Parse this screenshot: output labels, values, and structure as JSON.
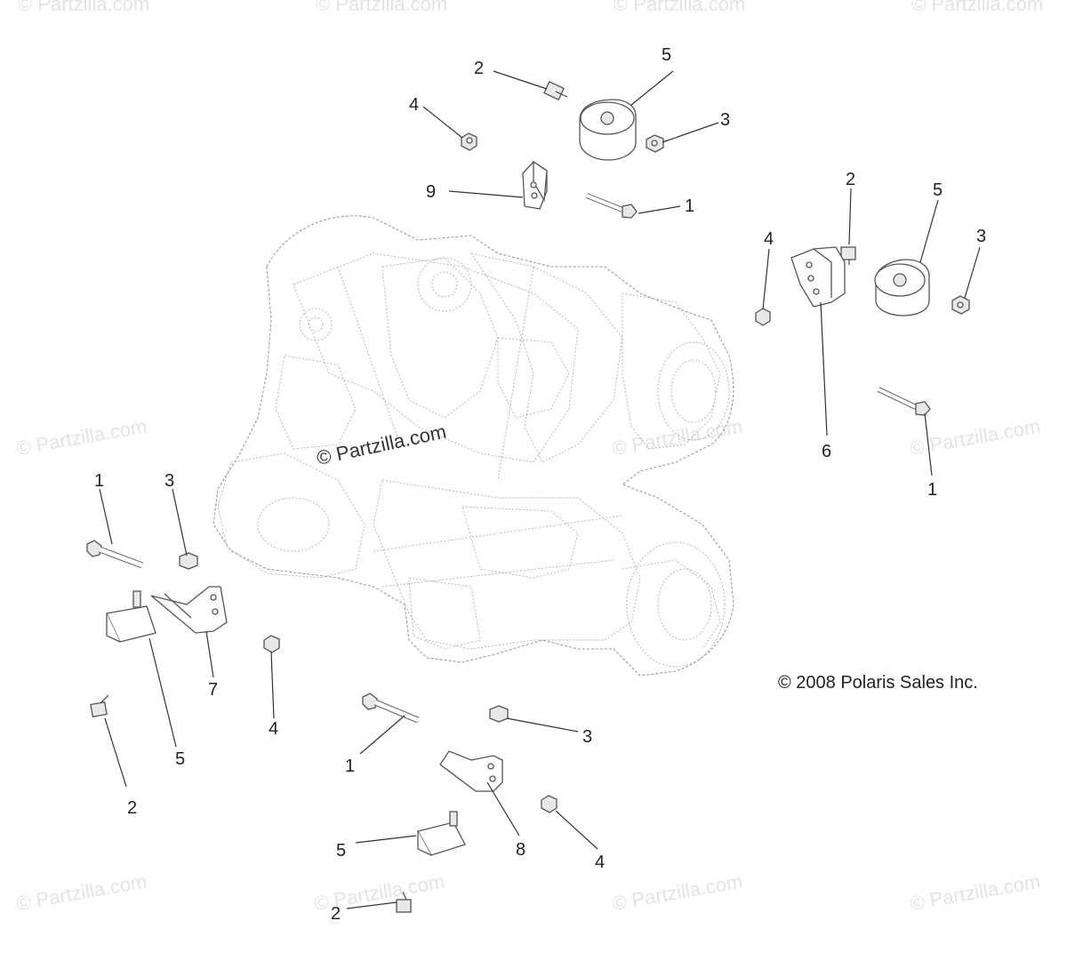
{
  "copyright": "© 2008 Polaris Sales Inc.",
  "center_watermark": "© Partzilla.com",
  "watermark_text": "© Partzilla.com",
  "callouts": [
    "1",
    "1",
    "1",
    "1",
    "2",
    "2",
    "2",
    "2",
    "3",
    "3",
    "3",
    "3",
    "4",
    "4",
    "4",
    "4",
    "5",
    "5",
    "5",
    "5",
    "6",
    "7",
    "8",
    "9"
  ],
  "colors": {
    "line": "#555555",
    "watermark": "#e3e3e3",
    "text": "#222222"
  }
}
